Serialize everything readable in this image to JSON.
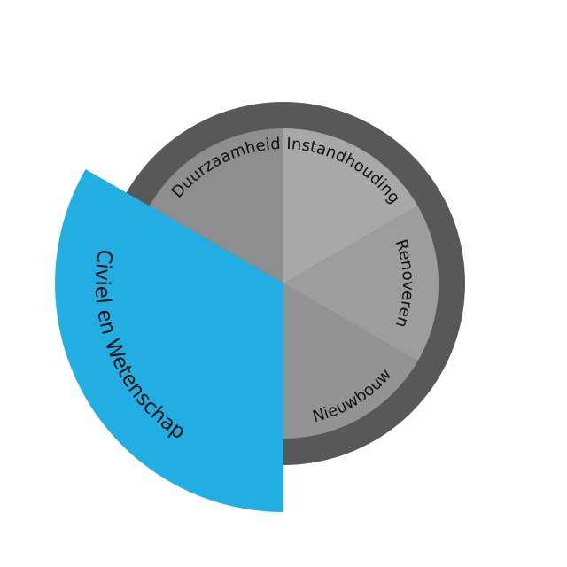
{
  "segments": [
    {
      "label": "Instandhouding",
      "color": "#a7a8aa"
    },
    {
      "label": "Renoveren",
      "color": "#9c9d9f"
    },
    {
      "label": "Nieuwbouw",
      "color": "#929395"
    },
    {
      "label": "Duurzaamheid",
      "color": "#8d8e90"
    }
  ],
  "highlight": {
    "label": "Civiel en Wetenschap",
    "color": "#22aee2"
  },
  "ring_color": "#58585a"
}
